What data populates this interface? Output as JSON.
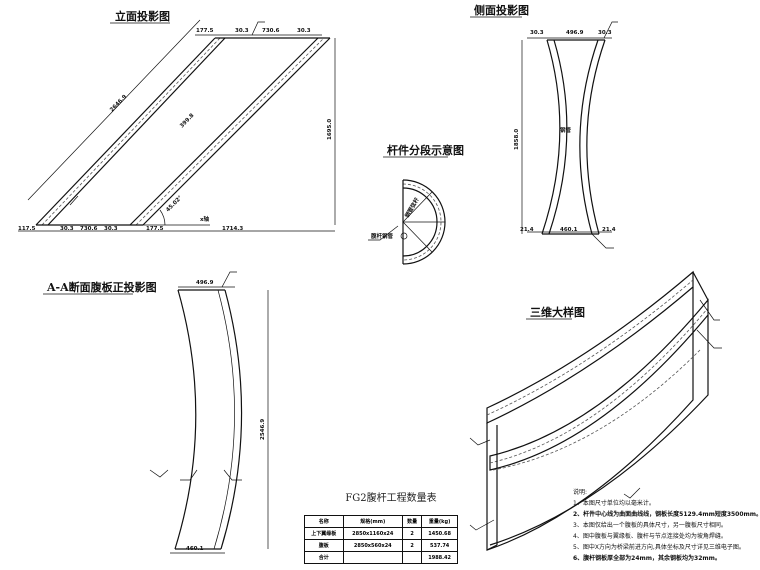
{
  "views": {
    "elevation": {
      "title": "立面投影图",
      "dims": {
        "top_left": "177.5",
        "top_mid1": "30.3",
        "top_mid2": "730.6",
        "top_right": "30.3",
        "diag": "2646.9",
        "inner_diag": "399.8",
        "height": "1695.0",
        "angle": "45.02°",
        "bot1": "117.5",
        "bot2": "30.3",
        "bot3": "730.6",
        "bot4": "30.3",
        "bot5": "177.5",
        "bot6": "1714.3",
        "x_label": "x轴"
      }
    },
    "side": {
      "title": "侧面投影图",
      "dims": {
        "top_left": "30.3",
        "top_mid": "496.9",
        "top_right": "30.3",
        "height": "1858.0",
        "mid_label": "钢管",
        "bot_left": "21.4",
        "bot_mid": "460.1",
        "bot_right": "21.4"
      }
    },
    "segment": {
      "title": "杆件分段示意图",
      "labels": {
        "a": "钢管弦杆",
        "b": "腹杆钢管"
      }
    },
    "section": {
      "title": "A-A断面腹板正投影图",
      "dims": {
        "top": "496.9",
        "height": "2546.9",
        "bottom": "460.1"
      }
    },
    "iso": {
      "title": "三维大样图"
    }
  },
  "table": {
    "title": "FG2腹杆工程数量表",
    "headers": [
      "名称",
      "规格(mm)",
      "数量",
      "重量(kg)"
    ],
    "rows": [
      [
        "上下翼缘板",
        "2850x1160x24",
        "2",
        "1450.68"
      ],
      [
        "腹板",
        "2850x560x24",
        "2",
        "537.74"
      ],
      [
        "合计",
        "",
        "",
        "1988.42"
      ]
    ]
  },
  "notes": {
    "header": "说明:",
    "items": [
      {
        "text": "1、本图尺寸单位均以毫米计。",
        "bold": false
      },
      {
        "text": "2、杆件中心线为曲面曲线线，钢板长度5129.4mm短度3500mm。",
        "bold": true
      },
      {
        "text": "3、本图仅给出一个腹板的具体尺寸，另一腹板尺寸相同。",
        "bold": false
      },
      {
        "text": "4、图中腹板与翼缘板、腹杆与节点连接处均为坡角焊缝。",
        "bold": false
      },
      {
        "text": "5、图中X方向为桥梁前进方向,具体坐标及尺寸详见三维电子图。",
        "bold": false
      },
      {
        "text": "6、腹杆钢板厚全部为24mm，其余钢板均为32mm。",
        "bold": true
      }
    ]
  }
}
